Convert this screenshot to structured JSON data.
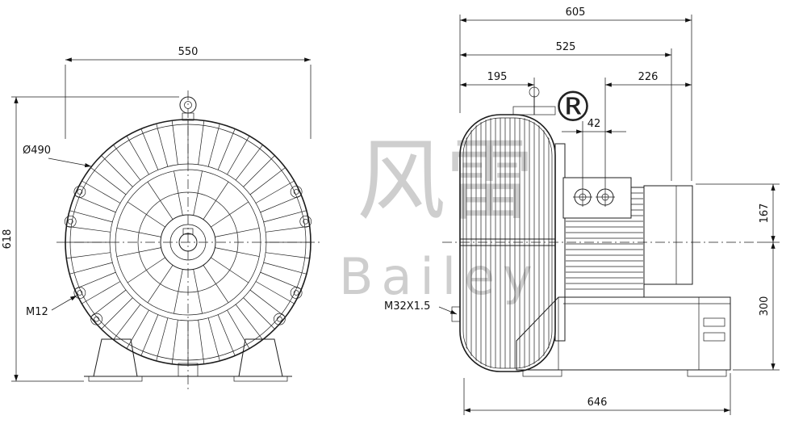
{
  "watermark": {
    "cn": "风雷",
    "en": "Bailey",
    "registered": "®"
  },
  "front_view": {
    "dim_width": "550",
    "dim_height": "618",
    "dim_outer_diameter": "Ø490",
    "dim_bolt_thread": "M12"
  },
  "side_view": {
    "dim_total_length": "605",
    "dim_length_525": "525",
    "dim_housing_length": "195",
    "dim_motor_length": "226",
    "dim_gland_spacing": "42",
    "dim_height_above_axis": "167",
    "dim_axis_to_base": "300",
    "dim_base_length": "646",
    "dim_cable_gland_thread": "M32X1.5"
  }
}
